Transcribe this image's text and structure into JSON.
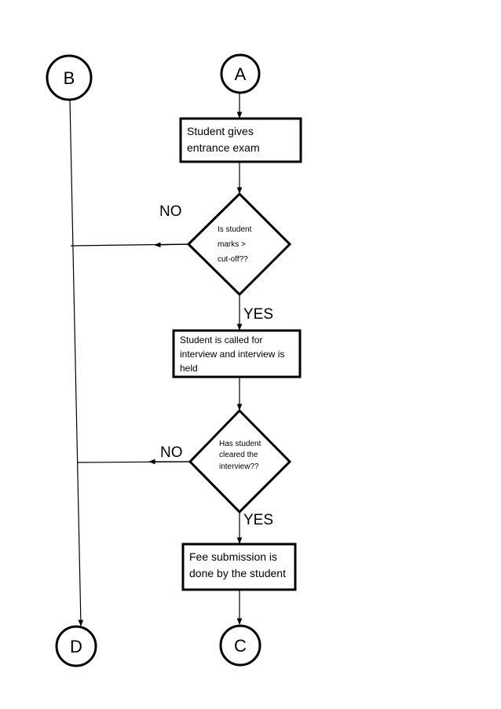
{
  "connectors": {
    "a": "A",
    "b": "B",
    "c": "C",
    "d": "D"
  },
  "steps": {
    "entrance_exam": [
      "Student gives",
      "entrance exam"
    ],
    "marks_check": [
      "Is student",
      "marks >",
      "cut-off??"
    ],
    "interview": [
      "Student is called for",
      "interview and interview is",
      "held"
    ],
    "interview_check": [
      "Has student",
      "cleared the",
      "interview??"
    ],
    "fee": [
      "Fee submission is",
      "done by the student"
    ]
  },
  "branches": {
    "marks_no": "NO",
    "marks_yes": "YES",
    "interview_no": "NO",
    "interview_yes": "YES"
  }
}
